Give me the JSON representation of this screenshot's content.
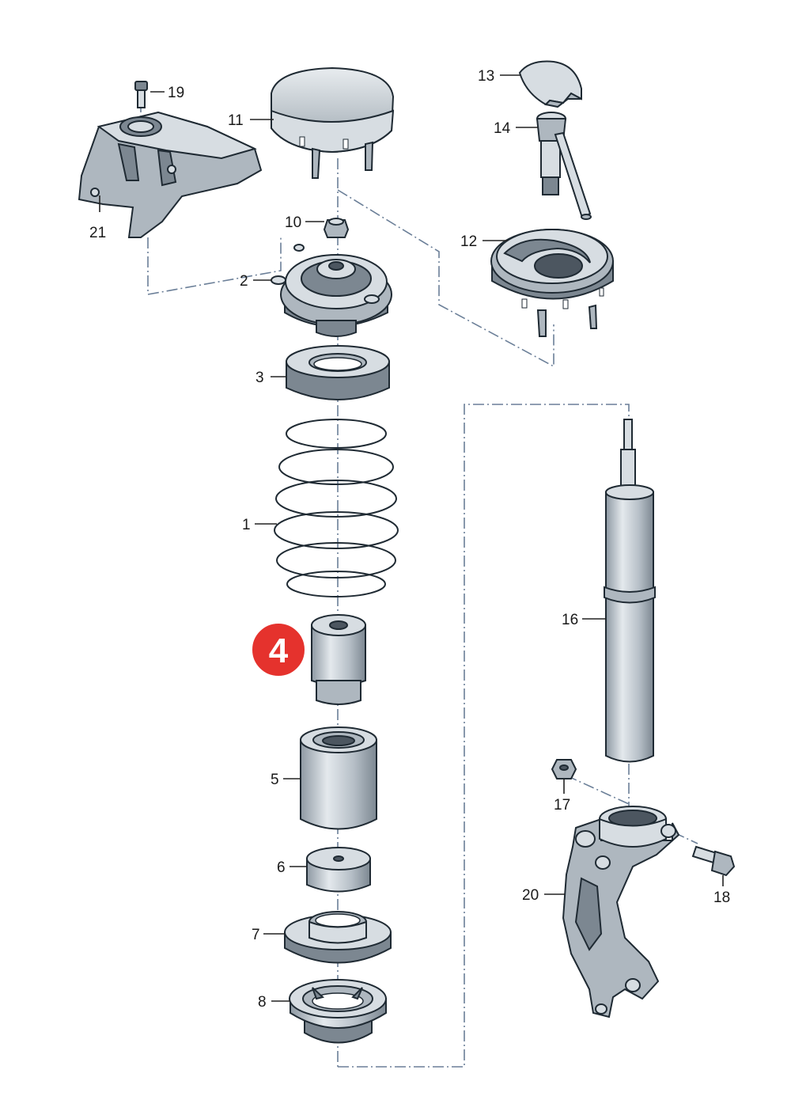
{
  "highlight": {
    "number": "4",
    "color": "#e5322d"
  },
  "parts": [
    {
      "id": "p1",
      "number": "1"
    },
    {
      "id": "p2",
      "number": "2"
    },
    {
      "id": "p3",
      "number": "3"
    },
    {
      "id": "p5",
      "number": "5"
    },
    {
      "id": "p6",
      "number": "6"
    },
    {
      "id": "p7",
      "number": "7"
    },
    {
      "id": "p8",
      "number": "8"
    },
    {
      "id": "p10",
      "number": "10"
    },
    {
      "id": "p11",
      "number": "11"
    },
    {
      "id": "p12",
      "number": "12"
    },
    {
      "id": "p13",
      "number": "13"
    },
    {
      "id": "p14",
      "number": "14"
    },
    {
      "id": "p16",
      "number": "16"
    },
    {
      "id": "p17",
      "number": "17"
    },
    {
      "id": "p18",
      "number": "18"
    },
    {
      "id": "p19",
      "number": "19"
    },
    {
      "id": "p20",
      "number": "20"
    },
    {
      "id": "p21",
      "number": "21"
    }
  ],
  "colors": {
    "metal_light": "#d7dde2",
    "metal_mid": "#aeb7bf",
    "metal_dark": "#7c8791",
    "axis_line": "#6b7f98"
  }
}
